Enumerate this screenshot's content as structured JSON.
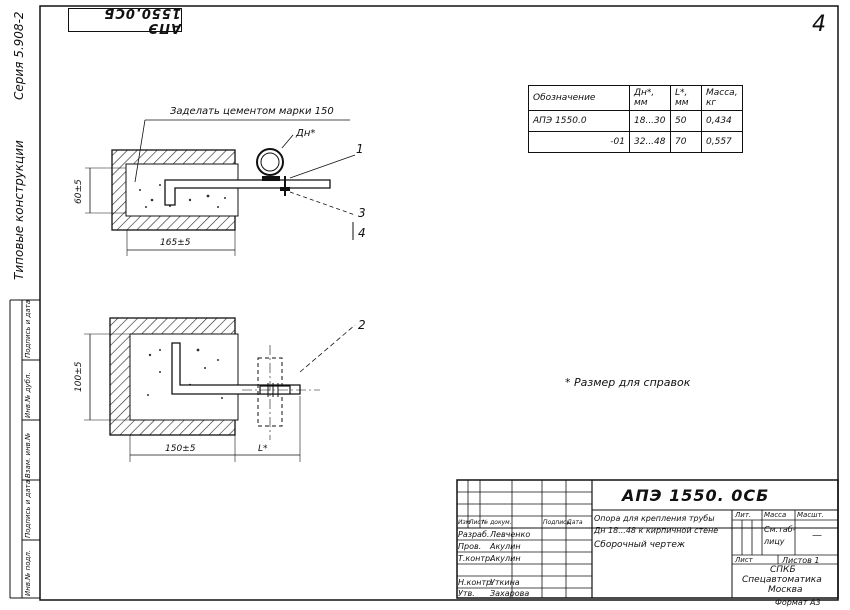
{
  "header": {
    "top_left_code": "АПЭ 1550.0СБ",
    "sheet_number": "4",
    "side_series": "Серия 5.908-2",
    "side_title": "Типовые конструкции"
  },
  "drawing": {
    "note_cement": "Заделать цементом марки 150",
    "label_dn": "Дн*",
    "callouts": [
      "1",
      "2",
      "3",
      "4"
    ],
    "dims": {
      "top_height": "60±5",
      "top_width": "165±5",
      "bottom_height": "100±5",
      "bottom_width": "150±5",
      "bottom_l": "L*"
    },
    "footnote": "* Размер для справок"
  },
  "spec_table": {
    "headers": [
      "Обозначение",
      "Дн*, мм",
      "L*, мм",
      "Масса, кг"
    ],
    "rows": [
      [
        "АПЭ 1550.0",
        "18...30",
        "50",
        "0,434"
      ],
      [
        "-01",
        "32...48",
        "70",
        "0,557"
      ]
    ]
  },
  "title_block": {
    "code": "АПЭ 1550. 0СБ",
    "name_line1": "Опора для крепления трубы",
    "name_line2": "Дн 18...48 к кирпичной стене",
    "name_line3": "Сборочный чертеж",
    "col_headers": [
      "Изм",
      "Лист",
      "№ докум.",
      "Подпись",
      "Дата"
    ],
    "staff": [
      {
        "role": "Разраб.",
        "name": "Левченко"
      },
      {
        "role": "Пров.",
        "name": "Акулин"
      },
      {
        "role": "Т.контр.",
        "name": "Акулин"
      },
      {
        "role": "Н.контр.",
        "name": "Уткина"
      },
      {
        "role": "Утв.",
        "name": "Захарова"
      }
    ],
    "lit_label": "Лит.",
    "mass_label": "Масса",
    "scale_label": "Масшт.",
    "mass_value": "См.таб-лицу",
    "scale_value": "—",
    "sheet_label": "Лист",
    "sheets_label": "Листов 1",
    "org_line1": "СПКБ",
    "org_line2": "Спецавтоматика",
    "org_line3": "Москва",
    "format": "Формат А3"
  },
  "left_strip": [
    "Инв.№ подл.",
    "Подпись и дата",
    "Взам. инв.№",
    "Инв.№ дубл.",
    "Подпись и дата"
  ]
}
